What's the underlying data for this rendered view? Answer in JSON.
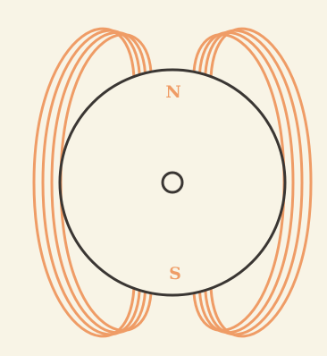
{
  "diagram": {
    "north_pole_label": "N",
    "south_pole_label": "S",
    "colors": {
      "background": "#f8f4e6",
      "field_line": "#ef9c66",
      "sphere_outline": "#3a3633",
      "label": "#ef9c66"
    },
    "field_lines_per_side": 4
  }
}
